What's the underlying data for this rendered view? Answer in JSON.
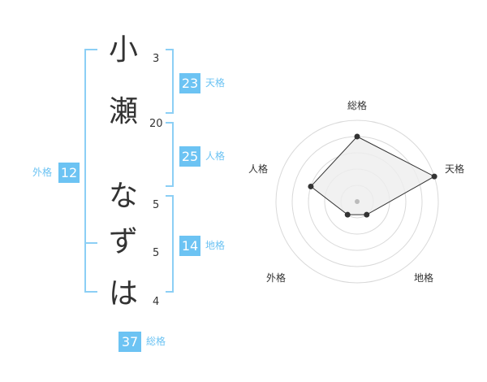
{
  "name": {
    "chars": [
      {
        "char": "小",
        "strokes": "3"
      },
      {
        "char": "瀬",
        "strokes": "20"
      },
      {
        "char": "な",
        "strokes": "5"
      },
      {
        "char": "ず",
        "strokes": "5"
      },
      {
        "char": "は",
        "strokes": "4"
      }
    ]
  },
  "fortunes": {
    "tenkaku": {
      "value": "23",
      "label": "天格"
    },
    "jinkaku": {
      "value": "25",
      "label": "人格"
    },
    "chikaku": {
      "value": "14",
      "label": "地格"
    },
    "gaikaku": {
      "value": "12",
      "label": "外格"
    },
    "soukaku": {
      "value": "37",
      "label": "総格"
    }
  },
  "chart_data": {
    "type": "radar",
    "axes": [
      "総格",
      "天格",
      "地格",
      "外格",
      "人格"
    ],
    "values": [
      4,
      5,
      1,
      1,
      3
    ],
    "max": 5,
    "levels": 5,
    "colors": {
      "fill": "#eeeeee",
      "line": "#333333",
      "grid": "#d9d9d9",
      "center": "#bbbbbb"
    }
  }
}
